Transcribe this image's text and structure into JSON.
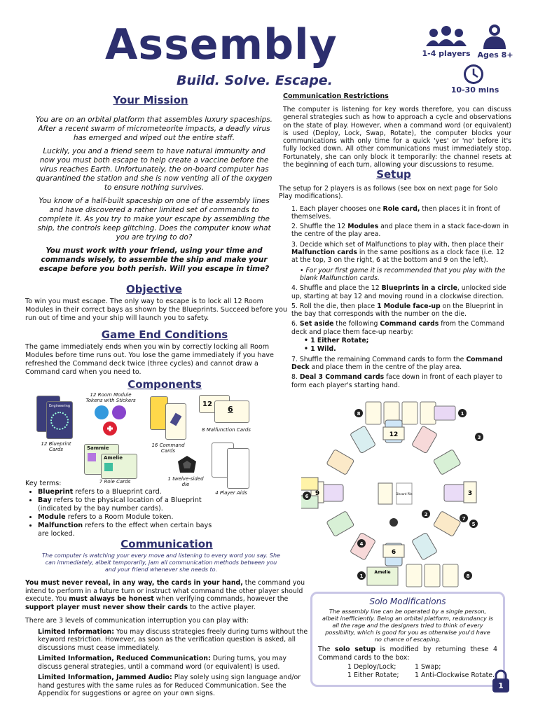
{
  "header": {
    "title": "Assembly",
    "tagline": "Build. Solve. Escape.",
    "players": "1-4 players",
    "ages": "Ages 8+",
    "time": "10-30 mins"
  },
  "mission": {
    "heading": "Your Mission",
    "p1": "You are on an orbital platform that assembles luxury spaceships. After a recent swarm of micrometeorite impacts, a deadly virus has emerged and wiped out the entire staff.",
    "p2": "Luckily, you and a friend seem to have natural immunity and now you must both escape to help create a vaccine before the virus reaches Earth. Unfortunately, the on-board computer has quarantined the station and she is now venting all of the oxygen to ensure nothing survives.",
    "p3": "You know of a half-built spaceship on one of the assembly lines and have discovered a rather limited set of commands to complete it. As you try to make your escape by assembling the ship, the controls keep glitching. Does the computer know what you are trying to do?",
    "p4": "You must work with your friend, using your time and commands wisely, to assemble the ship and make your escape before you both perish. Will you escape in time?"
  },
  "objective": {
    "heading": "Objective",
    "text": "To win you must escape. The only way to escape is to lock all 12 Room Modules in their correct bays as shown by the Blueprints. Succeed before you run out of time and your ship will launch you to safety."
  },
  "game_end": {
    "heading": "Game End Conditions",
    "text": "The game immediately ends when you win by correctly locking all Room Modules before time runs out. You lose the game immediately if you have refreshed the Command deck twice (three cycles) and cannot draw a Command card when you need to."
  },
  "components": {
    "heading": "Components",
    "blueprint": "12 Blueprint Cards",
    "modules": "12 Room Module Tokens with Stickers",
    "command": "16 Command Cards",
    "malfunction": "8 Malfunction Cards",
    "role": "7 Role Cards",
    "die": "1 twelve-sided die",
    "aids": "4 Player Aids",
    "mal_num1": "12",
    "mal_num2": "6",
    "role_name1": "Sammie",
    "role_name2": "Amelie",
    "blueprint_label": "Engineering"
  },
  "key_terms": {
    "intro": "Key terms:",
    "items": [
      {
        "term": "Blueprint",
        "rest": " refers to a Blueprint card."
      },
      {
        "term": "Bay",
        "rest": " refers to the physical location of a Blueprint (indicated by the bay number cards)."
      },
      {
        "term": "Module",
        "rest": " refers to a Room Module token."
      },
      {
        "term": "Malfunction",
        "rest": " refers to the effect when certain bays are locked."
      }
    ]
  },
  "communication": {
    "heading": "Communication",
    "intro": "The computer is watching your every move and listening to every word you say. She can immediately, albeit temporarily, jam all communication methods between you and your friend whenever she needs to.",
    "p1a": "You must never reveal, in any way, the cards in your hand,",
    "p1b": " the command you intend to perform in a future turn or instruct what command the other player should execute. You ",
    "p1c": "must always be honest",
    "p1d": " when verifying commands, however the ",
    "p1e": "support player must never show their cards",
    "p1f": " to the active player.",
    "levels_intro": "There are 3 levels of communication interruption you can play with:",
    "l1h": "Limited Information:",
    "l1t": " You may discuss strategies freely during turns without the keyword restriction. However, as soon as the verification question is asked, all discussions must cease immediately.",
    "l2h": "Limited Information, Reduced Communication:",
    "l2t": " During turns, you may discuss general strategies, until a command word (or equivalent) is used.",
    "l3h": "Limited Information, Jammed Audio:",
    "l3t": " Play solely using sign language and/or hand gestures with the same rules as for Reduced Communication. See the Appendix for suggestions or agree on your own signs."
  },
  "restrictions": {
    "heading": "Communication Restrictions",
    "text": "The computer is listening for key words therefore, you can discuss general strategies such as how to approach a cycle and observations on the state of play. However, when a command word (or equivalent) is used (Deploy, Lock, Swap, Rotate), the computer blocks your communications with only time for a quick 'yes' or 'no' before it's fully locked down. All other communications must immediately stop. Fortunately, she can only block it temporarily: the channel resets at the beginning of each turn, allowing your discussions to resume."
  },
  "setup": {
    "heading": "Setup",
    "intro": "The setup for 2 players is as follows (see box on next page for Solo Play modifications).",
    "s1a": "1. Each player chooses one ",
    "s1b": "Role card,",
    "s1c": " then places it in front of themselves.",
    "s2a": "2. Shuffle the 12 ",
    "s2b": "Modules",
    "s2c": " and place them in a stack face-down in the centre of the play area.",
    "s3a": "3. Decide which set of Malfunctions to play with, then place their ",
    "s3b": "Malfunction cards",
    "s3c": " in the same positions as a clock face (i.e. 12 at the top, 3 on the right, 6 at the bottom and 9 on the left).",
    "s3note": "For your first game it is recommended that you play with the blank Malfunction cards.",
    "s4a": "4. Shuffle and place the 12 ",
    "s4b": "Blueprints in a circle",
    "s4c": ", unlocked side up, starting at bay 12 and moving round in a clockwise direction.",
    "s5a": "5. Roll the die, then place ",
    "s5b": "1 Module face-up",
    "s5c": " on the Blueprint in the bay that corresponds with the number on the die.",
    "s6a": "6. ",
    "s6b": "Set aside",
    "s6c": " the following ",
    "s6d": "Command cards",
    "s6e": " from the Command deck and place them face-up nearby:",
    "s6i1": "1 Either Rotate;",
    "s6i2": "1 Wild.",
    "s7a": "7. Shuffle the remaining Command cards to form the ",
    "s7b": "Command Deck",
    "s7c": " and place them in the centre of the play area.",
    "s8a": "8. ",
    "s8b": "Deal 3 Command cards",
    "s8c": " face down in front of each player to form each player's starting hand."
  },
  "diagram": {
    "n12": "12",
    "n9": "9",
    "n3": "3",
    "n6": "6",
    "discard": "Discard Pile",
    "amelie": "Amelie",
    "callouts": [
      "8",
      "1",
      "2",
      "3",
      "4",
      "5",
      "6",
      "7",
      "1",
      "8"
    ]
  },
  "solo": {
    "heading": "Solo Modifications",
    "intro": "The assembly line can be operated by a single person, albeit inefficiently. Being an orbital platform, redundancy is all the rage and the designers tried to think of every possibility, which is good for you as otherwise you'd have no chance of escaping.",
    "t1": "The ",
    "t2": "solo setup",
    "t3": " is modified by returning these 4 Command cards to the box:",
    "c1": "1 Deploy/Lock;",
    "c2": "1 Swap;",
    "c3": "1 Either Rotate;",
    "c4": "1 Anti-Clockwise Rotate."
  },
  "page_number": "1",
  "colors": {
    "brand": "#2d2f6e",
    "card_bg": "#fffbe6",
    "solo_border": "#c9c6e6"
  }
}
